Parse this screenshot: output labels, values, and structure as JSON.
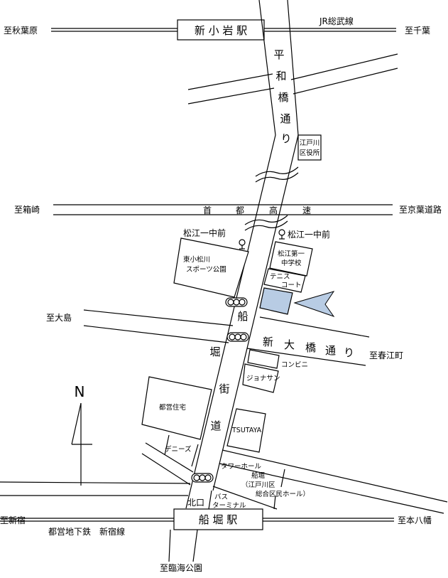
{
  "map": {
    "stations": {
      "north": "新 小 岩 駅",
      "south": "船 堀 駅"
    },
    "rail_lines": {
      "jr": "JR総武線",
      "subway": "都営地下鉄　新宿線"
    },
    "directions": {
      "akihabara": "至秋葉原",
      "chiba": "至千葉",
      "hakozaki": "至箱崎",
      "keiyo": "至京葉道路",
      "ojima": "至大島",
      "harue": "至春江町",
      "shinjuku": "至新宿",
      "motoyawata": "至本八幡",
      "rinkai": "至臨海公園"
    },
    "roads": {
      "heiwabashi": [
        "平",
        "和",
        "橋",
        "通",
        "り"
      ],
      "expressway": [
        "首",
        "都",
        "高",
        "速"
      ],
      "shin_ohashi": [
        "新",
        "大",
        "橋",
        "通",
        "り"
      ],
      "funabori": [
        "船",
        "堀",
        "街",
        "道"
      ]
    },
    "landmarks": {
      "ward_office": [
        "江戸川",
        "区役所"
      ],
      "bus_stop_left": "松江一中前",
      "bus_stop_right": "松江一中前",
      "park": [
        "東小松川",
        "スポーツ公園"
      ],
      "school": [
        "松江第一",
        "中学校"
      ],
      "tennis": [
        "テニス",
        "コート"
      ],
      "convenience": "コンビニ",
      "jonathan": "ジョナサン",
      "housing": "都営住宅",
      "tsutaya": "TSUTAYA",
      "dennys": "デニーズ",
      "tower_hall": "タワーホール",
      "hall": [
        "船堀",
        "（江戸川区",
        "総合区民ホール）"
      ],
      "north_exit": "北口",
      "bus_terminal": [
        "バス",
        "ターミナル"
      ],
      "compass": "N"
    },
    "colors": {
      "target": "#b8cce4",
      "arrow": "#b8cce4"
    }
  }
}
